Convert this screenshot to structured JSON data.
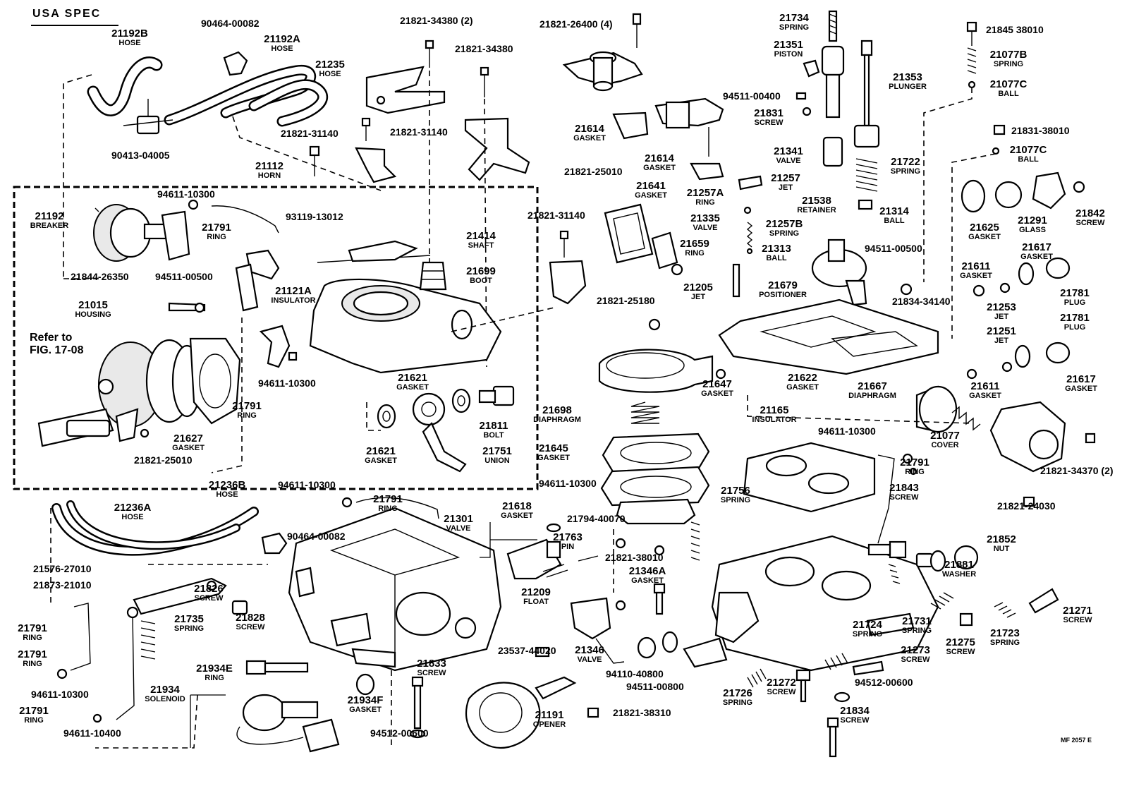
{
  "header": {
    "title": "USA SPEC"
  },
  "reference_note": {
    "line1": "Refer to",
    "line2": "FIG. 17-08"
  },
  "footer": {
    "code": "MF 2057 E"
  },
  "labels": [
    {
      "id": "hose-21192b",
      "number": "21192B",
      "name": "HOSE"
    },
    {
      "id": "code-90464-a",
      "number": "90464-00082",
      "name": ""
    },
    {
      "id": "hose-21192a",
      "number": "21192A",
      "name": "HOSE"
    },
    {
      "id": "hose-21235",
      "number": "21235",
      "name": "HOSE"
    },
    {
      "id": "code-90413",
      "number": "90413-04005",
      "name": ""
    },
    {
      "id": "code-21821-34380-2",
      "number": "21821-34380 (2)",
      "name": ""
    },
    {
      "id": "code-21821-34380",
      "number": "21821-34380",
      "name": ""
    },
    {
      "id": "code-21821-31140-a",
      "number": "21821-31140",
      "name": ""
    },
    {
      "id": "code-21821-31140-b",
      "number": "21821-31140",
      "name": ""
    },
    {
      "id": "horn-21112",
      "number": "21112",
      "name": "HORN"
    },
    {
      "id": "code-94611-10300-a",
      "number": "94611-10300",
      "name": ""
    },
    {
      "id": "breaker-21192",
      "number": "21192",
      "name": "BREAKER"
    },
    {
      "id": "ring-21791-a",
      "number": "21791",
      "name": "RING"
    },
    {
      "id": "code-93119",
      "number": "93119-13012",
      "name": ""
    },
    {
      "id": "shaft-21414",
      "number": "21414",
      "name": "SHAFT"
    },
    {
      "id": "boot-21699",
      "number": "21699",
      "name": "BOOT"
    },
    {
      "id": "code-21844",
      "number": "21844-26350",
      "name": ""
    },
    {
      "id": "code-94511-00500-a",
      "number": "94511-00500",
      "name": ""
    },
    {
      "id": "insulator-21121a",
      "number": "21121A",
      "name": "INSULATOR"
    },
    {
      "id": "housing-21015",
      "number": "21015",
      "name": "HOUSING"
    },
    {
      "id": "code-94611-10300-b",
      "number": "94611-10300",
      "name": ""
    },
    {
      "id": "ring-21791-b",
      "number": "21791",
      "name": "RING"
    },
    {
      "id": "gasket-21627",
      "number": "21627",
      "name": "GASKET"
    },
    {
      "id": "code-21821-25010-a",
      "number": "21821-25010",
      "name": ""
    },
    {
      "id": "gasket-21621-a",
      "number": "21621",
      "name": "GASKET"
    },
    {
      "id": "gasket-21621-b",
      "number": "21621",
      "name": "GASKET"
    },
    {
      "id": "bolt-21811",
      "number": "21811",
      "name": "BOLT"
    },
    {
      "id": "union-21751",
      "number": "21751",
      "name": "UNION"
    },
    {
      "id": "code-21821-26400",
      "number": "21821-26400 (4)",
      "name": ""
    },
    {
      "id": "gasket-21614-a",
      "number": "21614",
      "name": "GASKET"
    },
    {
      "id": "gasket-21614-b",
      "number": "21614",
      "name": "GASKET"
    },
    {
      "id": "code-21821-25010-b",
      "number": "21821-25010",
      "name": ""
    },
    {
      "id": "gasket-21641",
      "number": "21641",
      "name": "GASKET"
    },
    {
      "id": "code-21821-31140-c",
      "number": "21821-31140",
      "name": ""
    },
    {
      "id": "ring-21257a",
      "number": "21257A",
      "name": "RING"
    },
    {
      "id": "jet-21257",
      "number": "21257",
      "name": "JET"
    },
    {
      "id": "valve-21335",
      "number": "21335",
      "name": "VALVE"
    },
    {
      "id": "spring-21257b",
      "number": "21257B",
      "name": "SPRING"
    },
    {
      "id": "ring-21659",
      "number": "21659",
      "name": "RING"
    },
    {
      "id": "ball-21313",
      "number": "21313",
      "name": "BALL"
    },
    {
      "id": "jet-21205",
      "number": "21205",
      "name": "JET"
    },
    {
      "id": "positioner-21679",
      "number": "21679",
      "name": "POSITIONER"
    },
    {
      "id": "code-21821-25180",
      "number": "21821-25180",
      "name": ""
    },
    {
      "id": "spring-21734",
      "number": "21734",
      "name": "SPRING"
    },
    {
      "id": "piston-21351",
      "number": "21351",
      "name": "PISTON"
    },
    {
      "id": "plunger-21353",
      "number": "21353",
      "name": "PLUNGER"
    },
    {
      "id": "code-94511-00400",
      "number": "94511-00400",
      "name": ""
    },
    {
      "id": "screw-21831",
      "number": "21831",
      "name": "SCREW"
    },
    {
      "id": "valve-21341",
      "number": "21341",
      "name": "VALVE"
    },
    {
      "id": "spring-21722",
      "number": "21722",
      "name": "SPRING"
    },
    {
      "id": "retainer-21538",
      "number": "21538",
      "name": "RETAINER"
    },
    {
      "id": "ball-21314",
      "number": "21314",
      "name": "BALL"
    },
    {
      "id": "code-94511-00500-b",
      "number": "94511-00500",
      "name": ""
    },
    {
      "id": "code-21834-34140",
      "number": "21834-34140",
      "name": ""
    },
    {
      "id": "code-21845",
      "number": "21845 38010",
      "name": ""
    },
    {
      "id": "spring-21077b",
      "number": "21077B",
      "name": "SPRING"
    },
    {
      "id": "ball-21077c-a",
      "number": "21077C",
      "name": "BALL"
    },
    {
      "id": "code-21831-38010",
      "number": "21831-38010",
      "name": ""
    },
    {
      "id": "ball-21077c-b",
      "number": "21077C",
      "name": "BALL"
    },
    {
      "id": "gasket-21625",
      "number": "21625",
      "name": "GASKET"
    },
    {
      "id": "glass-21291",
      "number": "21291",
      "name": "GLASS"
    },
    {
      "id": "screw-21842",
      "number": "21842",
      "name": "SCREW"
    },
    {
      "id": "gasket-21611-a",
      "number": "21611",
      "name": "GASKET"
    },
    {
      "id": "gasket-21617-a",
      "number": "21617",
      "name": "GASKET"
    },
    {
      "id": "jet-21253",
      "number": "21253",
      "name": "JET"
    },
    {
      "id": "plug-21781-a",
      "number": "21781",
      "name": "PLUG"
    },
    {
      "id": "plug-21781-b",
      "number": "21781",
      "name": "PLUG"
    },
    {
      "id": "jet-21251",
      "number": "21251",
      "name": "JET"
    },
    {
      "id": "gasket-21617-b",
      "number": "21617",
      "name": "GASKET"
    },
    {
      "id": "gasket-21611-b",
      "number": "21611",
      "name": "GASKET"
    },
    {
      "id": "gasket-21647",
      "number": "21647",
      "name": "GASKET"
    },
    {
      "id": "gasket-21622",
      "number": "21622",
      "name": "GASKET"
    },
    {
      "id": "diaphragm-21667",
      "number": "21667",
      "name": "DIAPHRAGM"
    },
    {
      "id": "diaphragm-21698",
      "number": "21698",
      "name": "DIAPHRAGM"
    },
    {
      "id": "insulator-21165",
      "number": "21165",
      "name": "INSULATOR"
    },
    {
      "id": "gasket-21645",
      "number": "21645",
      "name": "GASKET"
    },
    {
      "id": "code-94611-10300-c",
      "number": "94611-10300",
      "name": ""
    },
    {
      "id": "cover-21077",
      "number": "21077",
      "name": "COVER"
    },
    {
      "id": "ring-21791-c",
      "number": "21791",
      "name": "RING"
    },
    {
      "id": "code-21821-34370",
      "number": "21821-34370 (2)",
      "name": ""
    },
    {
      "id": "code-94611-10300-d",
      "number": "94611-10300",
      "name": ""
    },
    {
      "id": "spring-21756",
      "number": "21756",
      "name": "SPRING"
    },
    {
      "id": "code-21821-24030",
      "number": "21821-24030",
      "name": ""
    },
    {
      "id": "hose-21236b",
      "number": "21236B",
      "name": "HOSE"
    },
    {
      "id": "hose-21236a",
      "number": "21236A",
      "name": "HOSE"
    },
    {
      "id": "code-94611-10300-e",
      "number": "94611-10300",
      "name": ""
    },
    {
      "id": "ring-21791-d",
      "number": "21791",
      "name": "RING"
    },
    {
      "id": "code-90464-b",
      "number": "90464-00082",
      "name": ""
    },
    {
      "id": "gasket-21618",
      "number": "21618",
      "name": "GASKET"
    },
    {
      "id": "valve-21301",
      "number": "21301",
      "name": "VALVE"
    },
    {
      "id": "code-21794",
      "number": "21794-40070",
      "name": ""
    },
    {
      "id": "pin-21763",
      "number": "21763",
      "name": "PIN"
    },
    {
      "id": "code-21821-38010",
      "number": "21821-38010",
      "name": ""
    },
    {
      "id": "screw-21843",
      "number": "21843",
      "name": "SCREW"
    },
    {
      "id": "nut-21852",
      "number": "21852",
      "name": "NUT"
    },
    {
      "id": "code-21576",
      "number": "21576-27010",
      "name": ""
    },
    {
      "id": "code-21873",
      "number": "21873-21010",
      "name": ""
    },
    {
      "id": "screw-21826",
      "number": "21826",
      "name": "SCREW"
    },
    {
      "id": "float-21209",
      "number": "21209",
      "name": "FLOAT"
    },
    {
      "id": "gasket-21346a",
      "number": "21346A",
      "name": "GASKET"
    },
    {
      "id": "washer-21881",
      "number": "21881",
      "name": "WASHER"
    },
    {
      "id": "spring-21735",
      "number": "21735",
      "name": "SPRING"
    },
    {
      "id": "screw-21828",
      "number": "21828",
      "name": "SCREW"
    },
    {
      "id": "ring-21791-e",
      "number": "21791",
      "name": "RING"
    },
    {
      "id": "ring-21791-f",
      "number": "21791",
      "name": "RING"
    },
    {
      "id": "code-23537",
      "number": "23537-44020",
      "name": ""
    },
    {
      "id": "valve-21346",
      "number": "21346",
      "name": "VALVE"
    },
    {
      "id": "spring-21724",
      "number": "21724",
      "name": "SPRING"
    },
    {
      "id": "spring-21731",
      "number": "21731",
      "name": "SPRING"
    },
    {
      "id": "screw-21275",
      "number": "21275",
      "name": "SCREW"
    },
    {
      "id": "spring-21723",
      "number": "21723",
      "name": "SPRING"
    },
    {
      "id": "screw-21271",
      "number": "21271",
      "name": "SCREW"
    },
    {
      "id": "ring-21934e",
      "number": "21934E",
      "name": "RING"
    },
    {
      "id": "screw-21833",
      "number": "21833",
      "name": "SCREW"
    },
    {
      "id": "code-94110",
      "number": "94110-40800",
      "name": ""
    },
    {
      "id": "code-94511-00800",
      "number": "94511-00800",
      "name": ""
    },
    {
      "id": "screw-21273",
      "number": "21273",
      "name": "SCREW"
    },
    {
      "id": "code-94611-10300-f",
      "number": "94611-10300",
      "name": ""
    },
    {
      "id": "solenoid-21934",
      "number": "21934",
      "name": "SOLENOID"
    },
    {
      "id": "gasket-21934f",
      "number": "21934F",
      "name": "GASKET"
    },
    {
      "id": "code-21821-38310",
      "number": "21821-38310",
      "name": ""
    },
    {
      "id": "spring-21726",
      "number": "21726",
      "name": "SPRING"
    },
    {
      "id": "screw-21272",
      "number": "21272",
      "name": "SCREW"
    },
    {
      "id": "code-94512-00600-a",
      "number": "94512-00600",
      "name": ""
    },
    {
      "id": "ring-21791-g",
      "number": "21791",
      "name": "RING"
    },
    {
      "id": "code-94611-10400",
      "number": "94611-10400",
      "name": ""
    },
    {
      "id": "code-94512-00600-b",
      "number": "94512-00600",
      "name": ""
    },
    {
      "id": "opener-21191",
      "number": "21191",
      "name": "OPENER"
    },
    {
      "id": "screw-21834",
      "number": "21834",
      "name": "SCREW"
    }
  ]
}
